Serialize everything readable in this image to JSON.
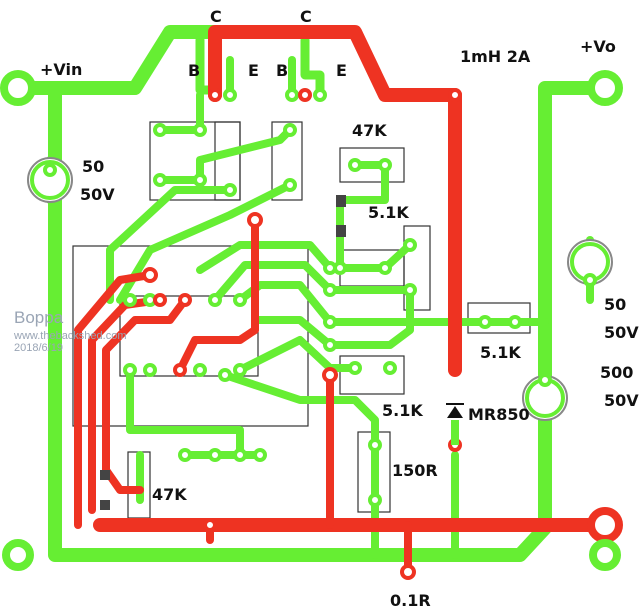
{
  "labels": {
    "vin": "+Vin",
    "vo": "+Vo",
    "c1": "C",
    "c2": "C",
    "b1": "B",
    "e1": "E",
    "b2": "B",
    "e2": "E",
    "inductor": "1mH  2A",
    "cap_in_value": "50",
    "cap_in_voltage": "50V",
    "cap_out1_value": "50",
    "cap_out1_voltage": "50V",
    "cap_out2_value": "500",
    "cap_out2_voltage": "50V",
    "r47k_top": "47K",
    "r51k_a": "5.1K",
    "r51k_b": "5.1K",
    "r51k_c": "5.1K",
    "r47k_bottom": "47K",
    "r150": "150R",
    "diode": "MR850",
    "rsense": "0.1R"
  },
  "watermark": {
    "name": "Boppa",
    "site": "www.thebackshed.com",
    "date": "2018/6/19"
  },
  "colors": {
    "top_trace": "#ee3322",
    "bottom_trace": "#66ee33"
  }
}
